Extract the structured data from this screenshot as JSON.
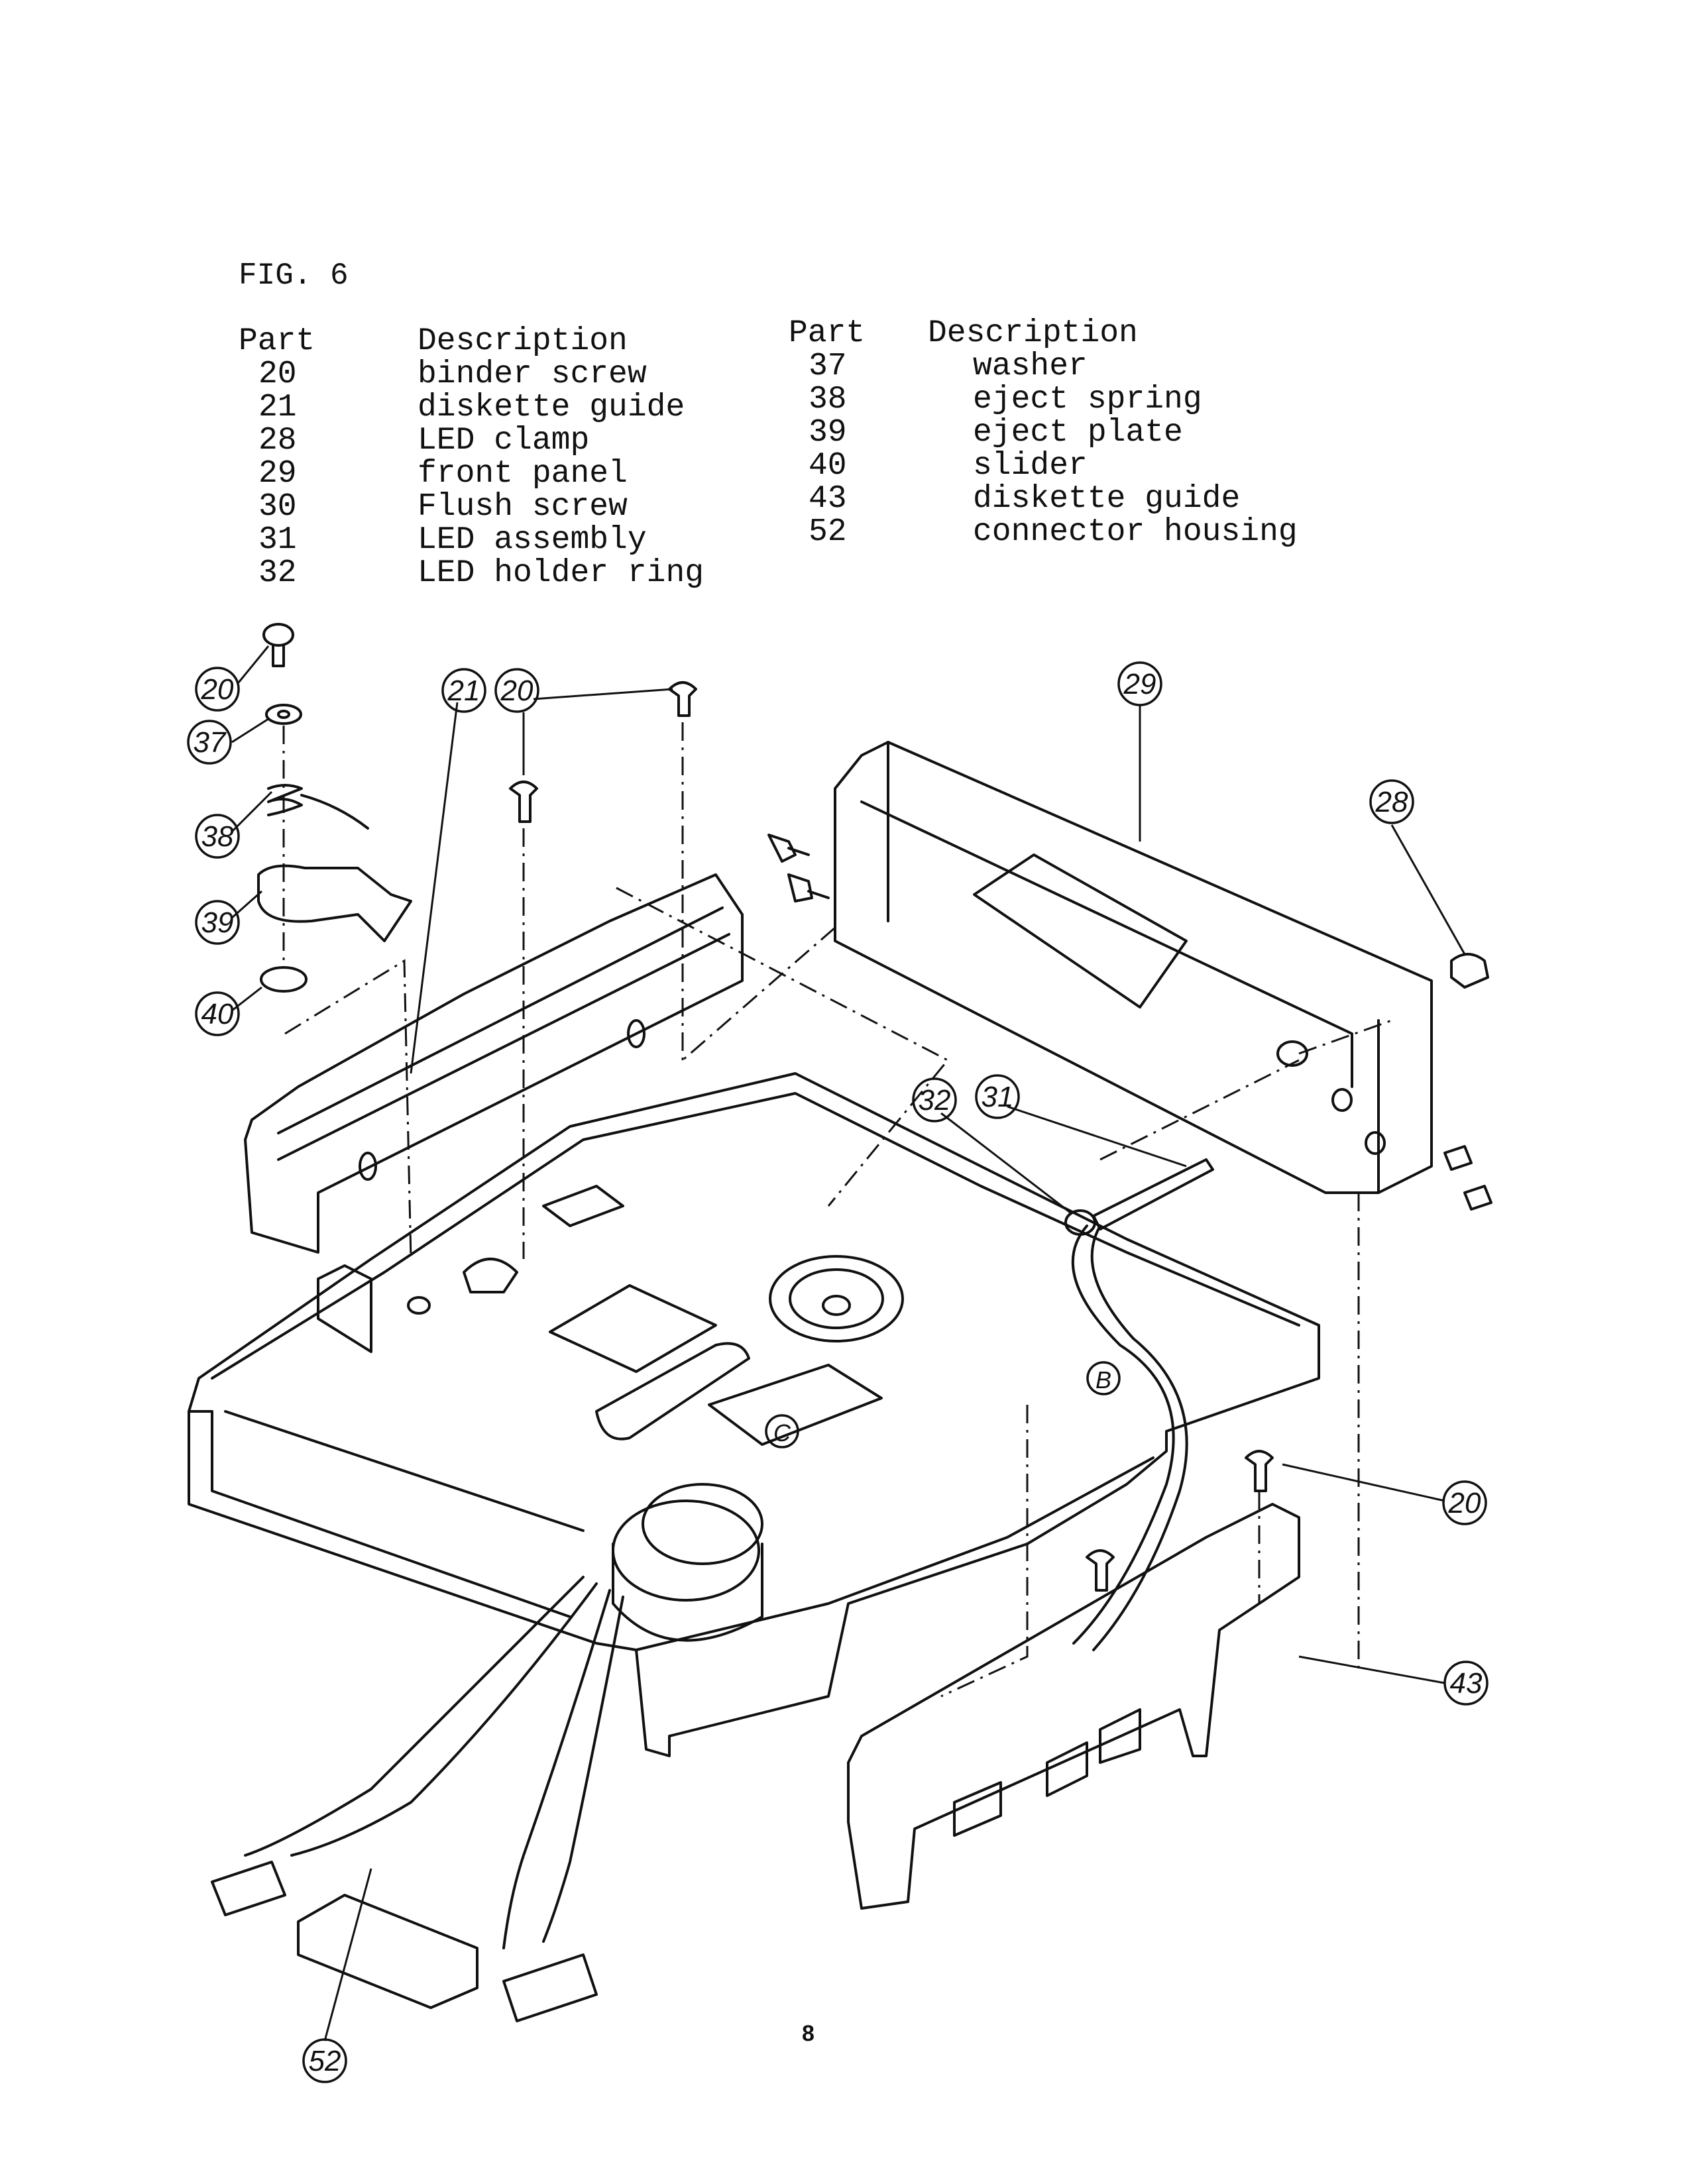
{
  "figure": {
    "title": "FIG. 6"
  },
  "parts_table": {
    "header_part": "Part",
    "header_description": "Description",
    "left": [
      {
        "part": "20",
        "description": "binder screw"
      },
      {
        "part": "21",
        "description": "diskette guide"
      },
      {
        "part": "28",
        "description": "LED clamp"
      },
      {
        "part": "29",
        "description": "front panel"
      },
      {
        "part": "30",
        "description": "Flush screw"
      },
      {
        "part": "31",
        "description": "LED assembly"
      },
      {
        "part": "32",
        "description": "LED holder ring"
      }
    ],
    "right": [
      {
        "part": "37",
        "description": "washer"
      },
      {
        "part": "38",
        "description": "eject spring"
      },
      {
        "part": "39",
        "description": "eject plate"
      },
      {
        "part": "40",
        "description": "slider"
      },
      {
        "part": "43",
        "description": "diskette guide"
      },
      {
        "part": "52",
        "description": "connector housing"
      }
    ]
  },
  "callouts": {
    "c20a": "20",
    "c37": "37",
    "c38": "38",
    "c39": "39",
    "c40": "40",
    "c21": "21",
    "c20b": "20",
    "c29": "29",
    "c28": "28",
    "c32": "32",
    "c31": "31",
    "c20c": "20",
    "c43": "43",
    "c52": "52",
    "cB": "B",
    "cC": "C"
  },
  "page_number": "8"
}
